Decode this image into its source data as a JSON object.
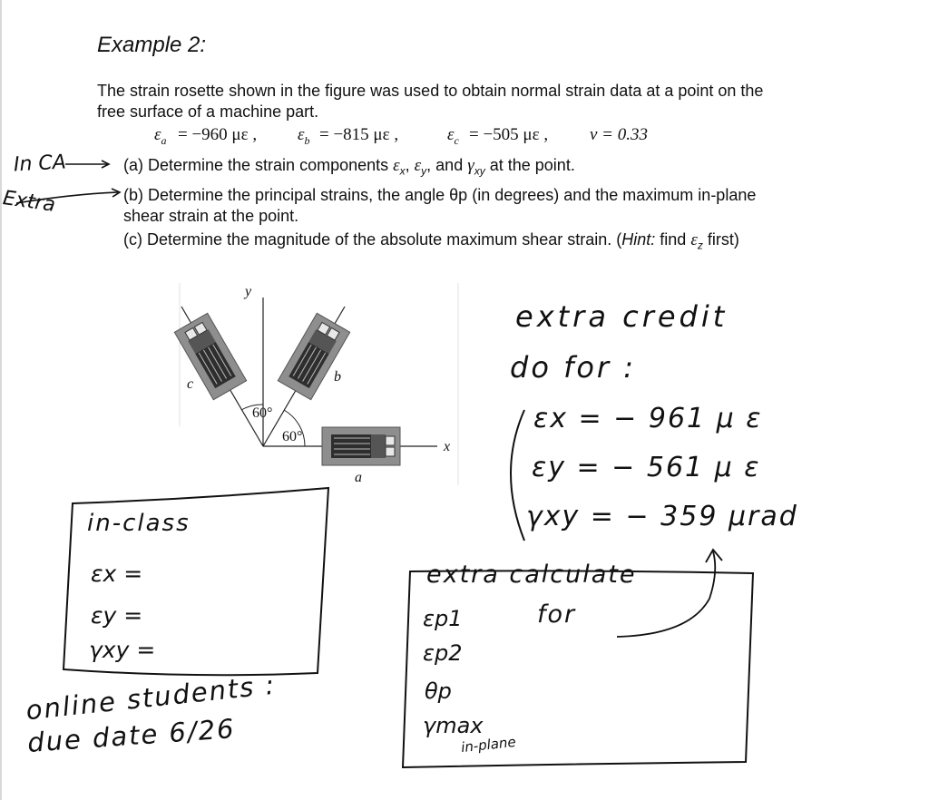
{
  "title": "Example 2:",
  "intro": [
    "The strain rosette shown in the figure was used to obtain normal strain data at a point on the",
    "free surface of a machine part."
  ],
  "given": {
    "ea": "ε",
    "ea_sub": "a",
    "ea_val": "= −960  με ,",
    "eb": "ε",
    "eb_sub": "b",
    "eb_val": "= −815  με ,",
    "ec": "ε",
    "ec_sub": "c",
    "ec_val": "= −505  με ,",
    "nu": "ν = 0.33"
  },
  "parts": {
    "a_prefix": "(a) Determine the strain components",
    "a_sym1": "ε",
    "a_sub1": "x",
    "a_sym2": "ε",
    "a_sub2": "y",
    "a_and": ", and",
    "a_sym3": "γ",
    "a_sub3": "xy",
    "a_suffix": "at the point.",
    "b_line1": "(b) Determine the principal strains, the angle θp (in degrees) and the maximum in-plane",
    "b_line2": "shear strain at the point.",
    "c_prefix": "(c) Determine the magnitude of the absolute maximum shear strain. (",
    "c_hint": "Hint:",
    "c_mid": " find",
    "c_sym": "ε",
    "c_sub": "z",
    "c_suffix": "first)"
  },
  "figure": {
    "y_label": "y",
    "x_label": "x",
    "gauge_a": "a",
    "gauge_b": "b",
    "gauge_c": "c",
    "angle1": "60°",
    "angle2": "60°"
  },
  "handwriting": {
    "margin_inca": "In CA",
    "margin_extra": "Extra",
    "extra_credit": [
      "extra credit",
      "do for :"
    ],
    "ex_value": "εx = − 961 μ ε",
    "ey_value": "εy = − 561 μ ε",
    "gxy_value": "γxy = − 359 μrad",
    "in_class_title": "in-class",
    "in_class_items": [
      "εx =",
      "εy =",
      "γxy ="
    ],
    "online": [
      "online students :",
      "due date  6/26"
    ],
    "extra_box_title": "extra calculate",
    "extra_box_for": "for",
    "extra_box_items": [
      "εp1",
      "εp2",
      "θp",
      "γmax"
    ],
    "extra_box_sub": "in-plane"
  }
}
